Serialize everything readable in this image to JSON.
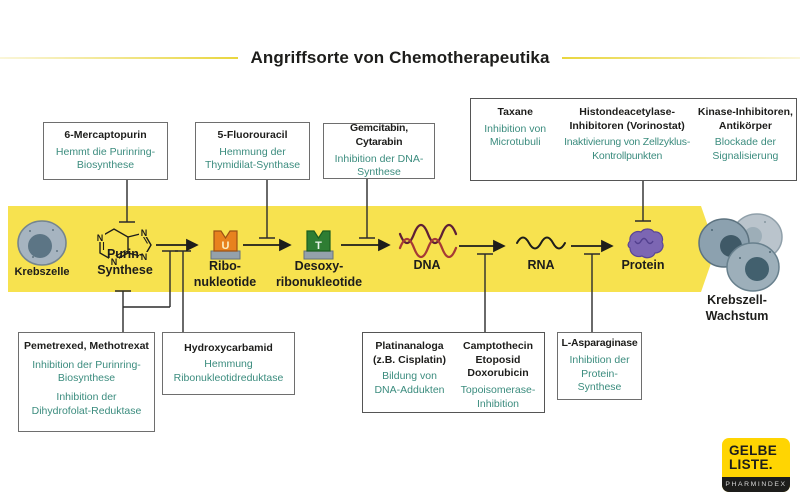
{
  "title": "Angriffsorte von Chemotherapeutika",
  "top_boxes": [
    {
      "drug": "6-Mercaptopurin",
      "mechanism": "Hemmt die Purinring-\nBiosynthese"
    },
    {
      "drug": "5-Fluorouracil",
      "mechanism": "Hemmung der\nThymidilat-Synthase"
    },
    {
      "drug": "Gemcitabin, Cytarabin",
      "mechanism": "Inhibition der DNA-\nSynthese"
    }
  ],
  "top_group": [
    {
      "drug": "Taxane",
      "mechanism": "Inhibition von\nMicrotubuli"
    },
    {
      "drug": "Histondeacetylase-\nInhibitoren (Vorinostat)",
      "mechanism": "Inaktivierung von Zellzyklus-\nKontrollpunkten"
    },
    {
      "drug": "Kinase-Inhibitoren,\nAntikörper",
      "mechanism": "Blockade der\nSignalisierung"
    }
  ],
  "pathway": {
    "start": "Krebszelle",
    "stages": [
      {
        "label": "Purin-\nSynthese"
      },
      {
        "label": "Ribo-\nnukleotide",
        "letter": "U"
      },
      {
        "label": "Desoxy-\nribonukleotide",
        "letter": "T"
      },
      {
        "label": "DNA"
      },
      {
        "label": "RNA"
      },
      {
        "label": "Protein"
      }
    ],
    "end": "Krebszell-\nWachstum",
    "atom_label": "N"
  },
  "bottom_boxes": [
    {
      "drug": "Pemetrexed, Methotrexat",
      "mechanism": "Inhibition der Purinring-\nBiosynthese",
      "mechanism2": "Inhibition der\nDihydrofolat-Reduktase"
    },
    {
      "drug": "Hydroxycarbamid",
      "mechanism": "Hemmung\nRibonukleotidreduktase"
    },
    {
      "drug": "Platinanaloga\n(z.B. Cisplatin)",
      "mechanism": "Bildung von\nDNA-Addukten"
    },
    {
      "drug": "Camptothecin\nEtoposid\nDoxorubicin",
      "mechanism": "Topoisomerase-\nInhibition"
    },
    {
      "drug": "L-Asparaginase",
      "mechanism": "Inhibition der\nProtein- Synthese"
    }
  ],
  "logo": {
    "line1": "GELBE",
    "line2": "LISTE.",
    "tagline": "PHARMINDEX"
  },
  "colors": {
    "band": "#F7E24F",
    "accent_teal": "#3B8C7E",
    "brand_yellow": "#FFD502",
    "ink": "#1D1D1B"
  }
}
